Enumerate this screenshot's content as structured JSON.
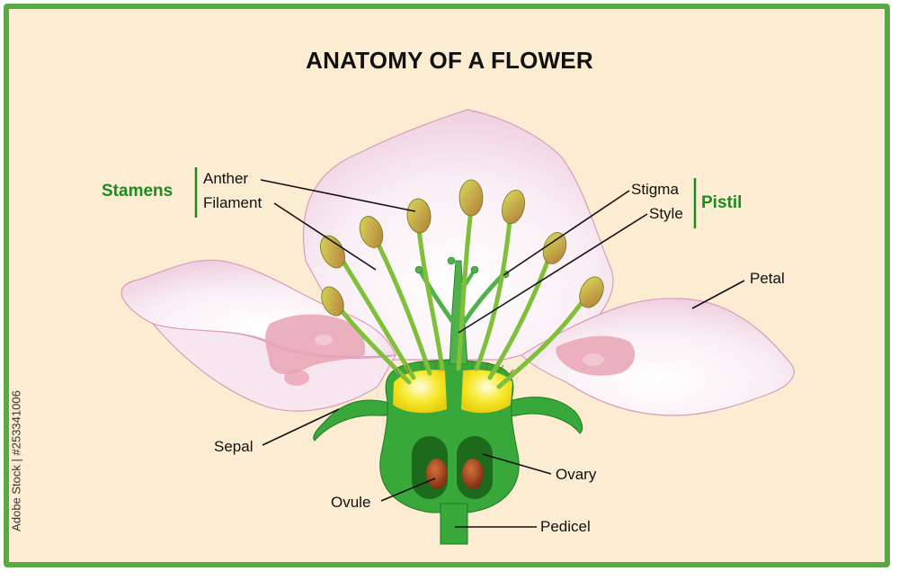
{
  "title": "ANATOMY OF A FLOWER",
  "groups": {
    "stamens": "Stamens",
    "pistil": "Pistil"
  },
  "labels": {
    "anther": "Anther",
    "filament": "Filament",
    "stigma": "Stigma",
    "style": "Style",
    "petal": "Petal",
    "sepal": "Sepal",
    "ovary": "Ovary",
    "ovule": "Ovule",
    "pedicel": "Pedicel"
  },
  "watermark": "Adobe Stock | #253341006",
  "colors": {
    "frame": "#5aa845",
    "background": "#fbecd2",
    "petal": "#f7e6ef",
    "petal_blotch": "#e8a3b3",
    "receptacle": "#3aa83a",
    "nectary": "#f4e21f",
    "anther": "#b5b83a",
    "ovule": "#9a3a17",
    "group_text": "#1f8a22"
  }
}
